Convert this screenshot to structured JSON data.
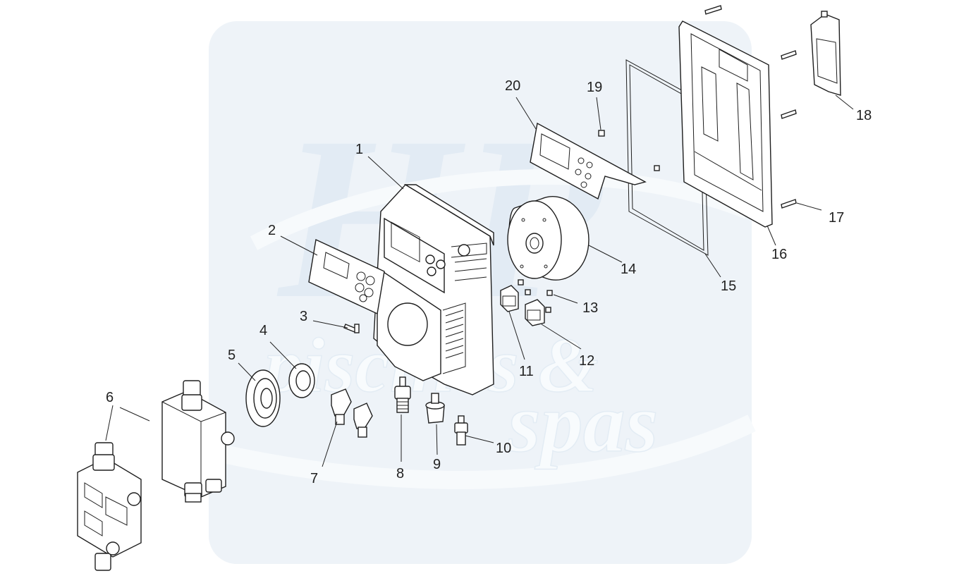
{
  "watermark": {
    "logo_letters": "HP",
    "line1": "piscines &",
    "line2": "spas",
    "color": "#dfe9f3"
  },
  "callouts": [
    {
      "id": "1",
      "label": "1"
    },
    {
      "id": "2",
      "label": "2"
    },
    {
      "id": "3",
      "label": "3"
    },
    {
      "id": "4",
      "label": "4"
    },
    {
      "id": "5",
      "label": "5"
    },
    {
      "id": "6",
      "label": "6"
    },
    {
      "id": "7",
      "label": "7"
    },
    {
      "id": "8",
      "label": "8"
    },
    {
      "id": "9",
      "label": "9"
    },
    {
      "id": "10",
      "label": "10"
    },
    {
      "id": "11",
      "label": "11"
    },
    {
      "id": "12",
      "label": "12"
    },
    {
      "id": "13",
      "label": "13"
    },
    {
      "id": "14",
      "label": "14"
    },
    {
      "id": "15",
      "label": "15"
    },
    {
      "id": "16",
      "label": "16"
    },
    {
      "id": "17",
      "label": "17"
    },
    {
      "id": "18",
      "label": "18"
    },
    {
      "id": "19",
      "label": "19"
    },
    {
      "id": "20",
      "label": "20"
    }
  ]
}
